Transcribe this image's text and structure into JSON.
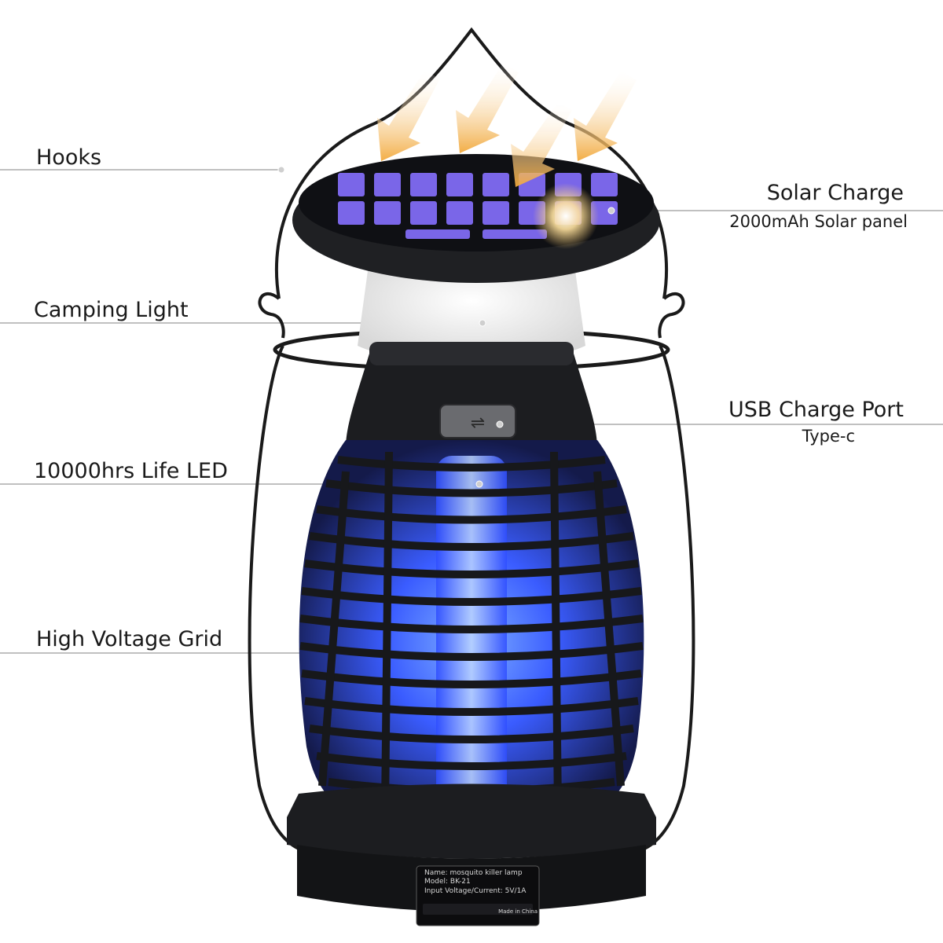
{
  "callouts": {
    "hooks": "Hooks",
    "solar_title": "Solar Charge",
    "solar_sub": "2000mAh Solar panel",
    "camping_light": "Camping Light",
    "usb_title": "USB Charge Port",
    "usb_sub": "Type-c",
    "led": "10000hrs Life LED",
    "grid": "High Voltage Grid"
  },
  "product_label": {
    "line1": "Name: mosquito killer lamp",
    "line2": "Model: BK-21",
    "line3": "Input Voltage/Current:   5V/1A",
    "made_in": "Made in China"
  },
  "colors": {
    "body": "#1c1d20",
    "uv_glow": "#3a5cff",
    "solar_cell": "#7a66e8",
    "arrow": "#f2a93b",
    "leader_line": "#9a9a9a"
  }
}
